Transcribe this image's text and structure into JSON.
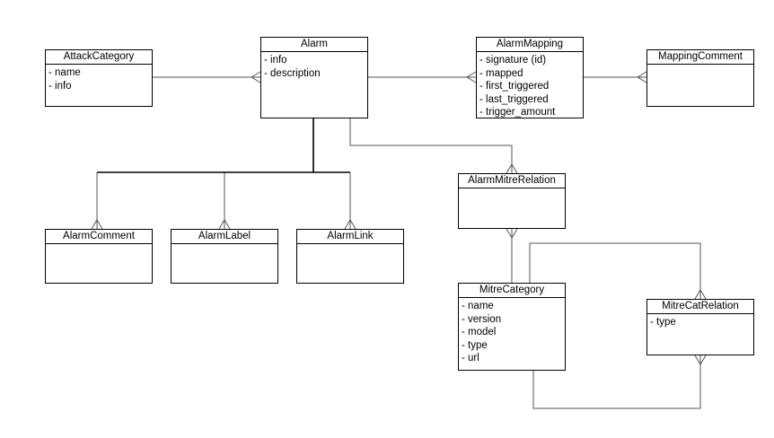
{
  "entities": {
    "attack_category": {
      "name": "AttackCategory",
      "attributes": [
        "- name",
        "- info"
      ]
    },
    "alarm": {
      "name": "Alarm",
      "attributes": [
        "- info",
        "- description"
      ]
    },
    "alarm_mapping": {
      "name": "AlarmMapping",
      "attributes": [
        "- signature (id)",
        "- mapped",
        "- first_triggered",
        "- last_triggered",
        "- trigger_amount"
      ]
    },
    "mapping_comment": {
      "name": "MappingComment",
      "attributes": []
    },
    "alarm_comment": {
      "name": "AlarmComment",
      "attributes": []
    },
    "alarm_label": {
      "name": "AlarmLabel",
      "attributes": []
    },
    "alarm_link": {
      "name": "AlarmLink",
      "attributes": []
    },
    "alarm_mitre_relation": {
      "name": "AlarmMitreRelation",
      "attributes": []
    },
    "mitre_category": {
      "name": "MitreCategory",
      "attributes": [
        "- name",
        "- version",
        "- model",
        "- type",
        "- url"
      ]
    },
    "mitre_cat_relation": {
      "name": "MitreCatRelation",
      "attributes": [
        "- type"
      ]
    }
  }
}
